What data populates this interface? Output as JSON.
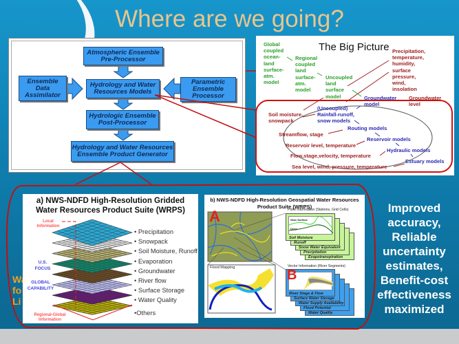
{
  "title": "Where are we going?",
  "flow": {
    "atmos": "Atmospheric Ensemble\nPre-Processor",
    "assim": "Ensemble\nData\nAssimilator",
    "models": "Hydrology and Water\nResources Models",
    "param": "Parametric\nEnsemble\nProcessor",
    "post": "Hydrologic Ensemble\nPost-Processor",
    "gen": "Hydrology and Water Resources\nEnsemble Product Generator"
  },
  "big_picture": {
    "title": "The Big Picture",
    "global": "Global\ncoupled\nocean-\nland\nsurface-\natm.\nmodel",
    "regional": "Regional\ncoupled\nland\nsurface-\natm.\nmodel",
    "uncoupled": "Uncoupled\nland\nsurface\nmodel",
    "forcing": "Precipitation,\ntemperature,\nhumidity,\nsurface\npressure,\nwind,\ninsolation",
    "gw_model": "Groundwater\nmodel",
    "gw_level": "Groundwater\nlevel",
    "soil": "Soil moisture,\nsnowpack",
    "rr": "(Uncoupled)\nRainfall-runoff,\nsnow models",
    "routing": "Routing models",
    "streamflow": "Streamflow, stage",
    "reservoir": "Reservoir models",
    "res_level": "Reservoir level, temperature",
    "hydraulic": "Hydraulic models",
    "flow": "Flow,stage,velocity, temperature",
    "estuary": "Estuary models",
    "sea": "Sea level, wind, pressure, temperature"
  },
  "panel_a": {
    "title": "a) NWS-NDFD High-Resolution Gridded\nWater Resources Product Suite (WRPS)",
    "local": "Local\nInformation",
    "us": "U.S.\nFOCUS",
    "global": "GLOBAL\nCAPABILITY",
    "regional": "Regional-Global\nInformation",
    "layers": [
      "• Precipitation",
      "• Snowpack",
      "• Soil Moisture, Runoff",
      "• Evaporation",
      "• Groundwater",
      "• River flow",
      "• Surface Storage",
      "• Water Quality"
    ],
    "others": "•Others",
    "layer_colors": [
      "#2aa8d4",
      "#e4e4e4",
      "#b8b272",
      "#0d8a6c",
      "#6b4a22",
      "#bcbcf2",
      "#6a1a7a",
      "#b8b000"
    ]
  },
  "panel_b": {
    "title": "b) NWS-NDFD High-Resolution Geospatial Water Resources\nProduct Suite  (WRPS)",
    "label_a": "A",
    "label_b": "B",
    "flood": "Flood Mapping",
    "point_info": "Point Information (Stations, Grid Cells)",
    "vector_info": "Vector Information (River Segments)",
    "near": "Near-Surface",
    "deep": "Deep",
    "point_cards": [
      "Soil Moisture",
      "Runoff",
      "Snow Water Equivalent",
      "Precipitation",
      "Evapotranspiration"
    ],
    "vector_cards": [
      "River Stage & Flow",
      "Surface Water Storage",
      "Water Supply Availability",
      "Flood Potential",
      "Water Quality"
    ]
  },
  "hidden_text": "Wa\nfo\nLi",
  "summary": "Improved\naccuracy,\nReliable\nuncertainty\nestimates,\nBenefit-cost\neffectiveness\nmaximized"
}
